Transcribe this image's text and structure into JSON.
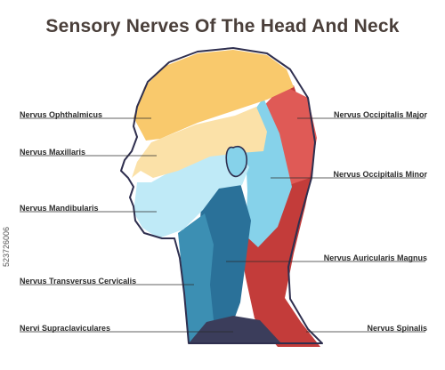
{
  "title": "Sensory Nerves Of The Head And Neck",
  "labels_left": [
    "Nervus Ophthalmicus",
    "Nervus Maxillaris",
    "Nervus Mandibularis",
    "Nervus Transversus Cervicalis",
    "Nervi Supraclaviculares"
  ],
  "labels_right": [
    "Nervus Occipitalis Major",
    "Nervus Occipitalis Minor",
    "Nervus Auricularis Magnus",
    "Nervus Spinalis"
  ],
  "stock_id": "523726006",
  "colors": {
    "ophthalmicus": "#f9c96c",
    "maxillaris": "#fbe1a8",
    "mandibularis": "#bfeaf7",
    "occipitalis_minor": "#86d2ea",
    "transversus": "#3c8fb3",
    "auricularis": "#2a7199",
    "occipitalis_major": "#df5a56",
    "spinalis": "#c33c3a",
    "supraclaviculares": "#3b3d5b",
    "outline": "#2f2f4f"
  }
}
